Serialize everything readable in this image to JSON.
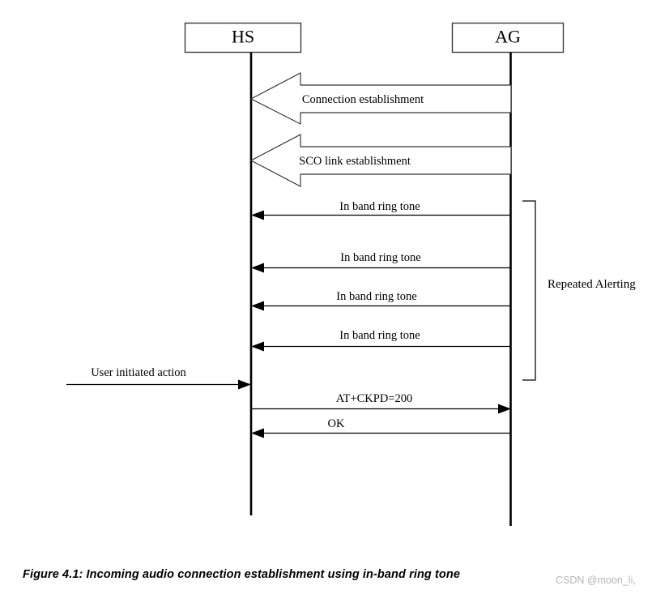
{
  "figure": {
    "caption": "Figure 4.1: Incoming audio connection establishment using in-band ring tone",
    "watermark": "CSDN @moon_li,"
  },
  "lifelines": [
    {
      "id": "hs",
      "label": "HS"
    },
    {
      "id": "ag",
      "label": "AG"
    }
  ],
  "messages": [
    {
      "id": "connection-establishment",
      "label": "Connection establishment",
      "style": "block-arrow",
      "direction": "right-to-left"
    },
    {
      "id": "sco-link-establishment",
      "label": "SCO link establishment",
      "style": "block-arrow",
      "direction": "right-to-left"
    },
    {
      "id": "in-band-ring-tone-1",
      "label": "In band ring tone",
      "style": "thin-arrow",
      "direction": "right-to-left"
    },
    {
      "id": "in-band-ring-tone-2",
      "label": "In band ring tone",
      "style": "thin-arrow",
      "direction": "right-to-left"
    },
    {
      "id": "in-band-ring-tone-3",
      "label": "In band ring tone",
      "style": "thin-arrow",
      "direction": "right-to-left"
    },
    {
      "id": "in-band-ring-tone-4",
      "label": "In band ring tone",
      "style": "thin-arrow",
      "direction": "right-to-left"
    },
    {
      "id": "user-initiated-action",
      "label": "User initiated action",
      "style": "thin-arrow",
      "direction": "external-to-hs"
    },
    {
      "id": "at-ckpd",
      "label": "AT+CKPD=200",
      "style": "thin-arrow",
      "direction": "left-to-right"
    },
    {
      "id": "ok",
      "label": "OK",
      "style": "thin-arrow",
      "direction": "right-to-left"
    }
  ],
  "annotations": [
    {
      "id": "repeated-alerting",
      "label": "Repeated Alerting",
      "style": "bracket"
    }
  ],
  "colors": {
    "stroke": "#000000",
    "box_stroke": "#3a3a3a",
    "arrow_stroke": "#333333",
    "background": "#ffffff",
    "watermark": "#b5b5b5"
  }
}
